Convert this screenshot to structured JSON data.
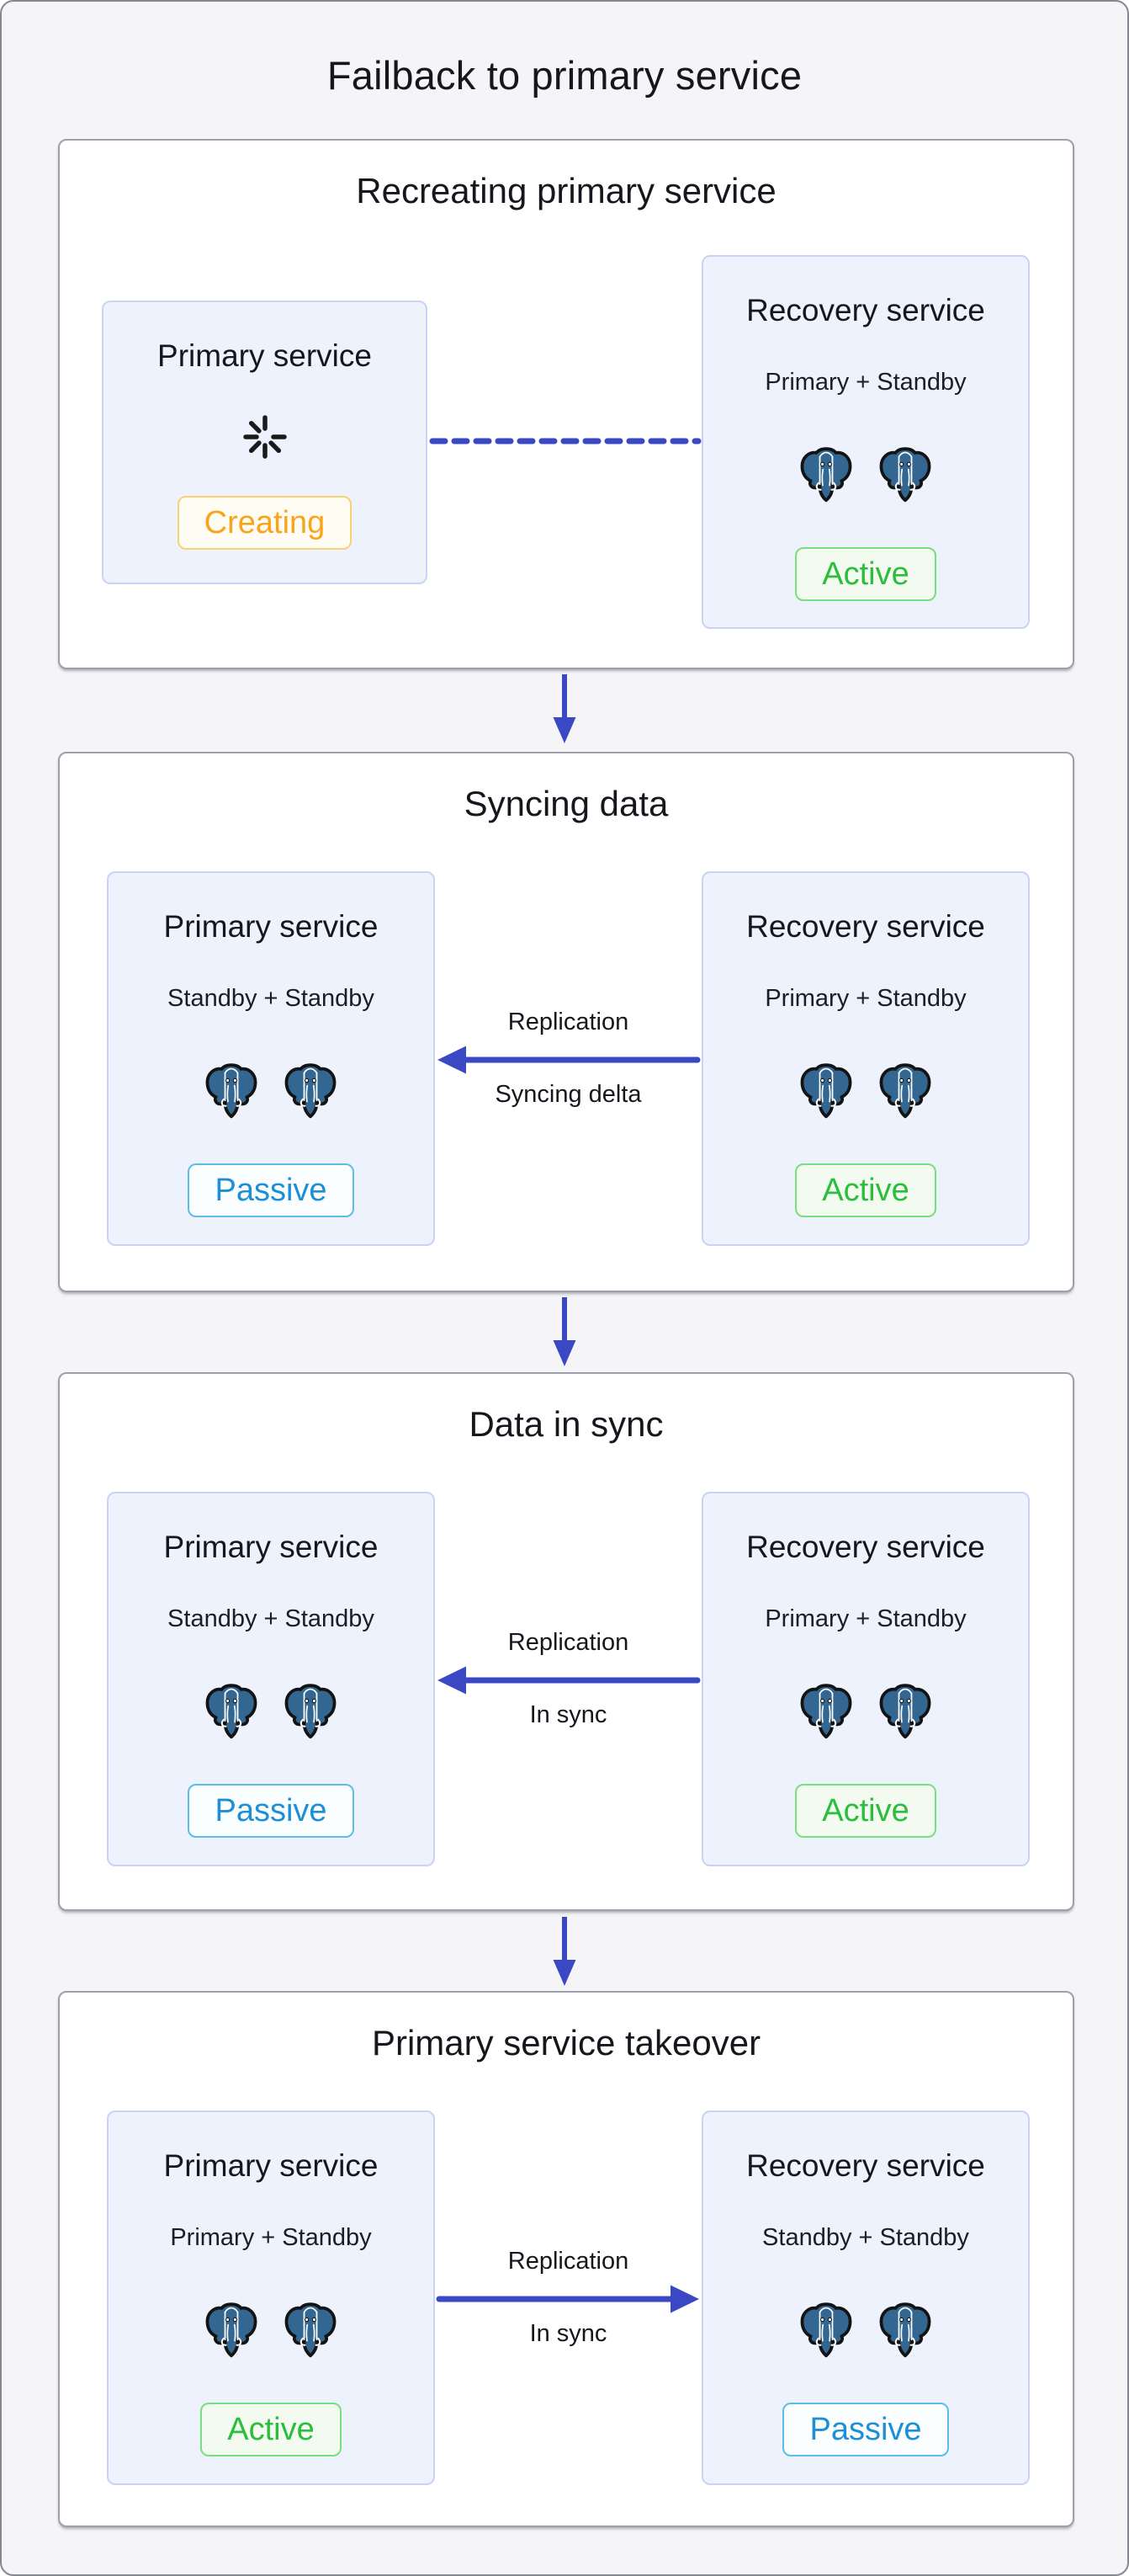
{
  "title": "Failback to primary service",
  "colors": {
    "page_bg": "#F5F5F7",
    "arrow_blue": "#3A49C3",
    "panel_border": "#9CA0AB",
    "card_bg": "#EEF2FC",
    "card_border": "#C9D3F3",
    "status_creating_text": "#F9A41C",
    "status_active_text": "#2BBD3C",
    "status_passive_text": "#1E8FD5",
    "elephant_blue": "#336791"
  },
  "panels": [
    {
      "heading": "Recreating primary service",
      "left": {
        "title": "Primary service",
        "status": "Creating",
        "icon": "loading-spinner-icon"
      },
      "connector": {
        "type": "dashed"
      },
      "right": {
        "title": "Recovery service",
        "subtitle": "Primary + Standby",
        "status": "Active",
        "icon": "postgres-elephant-icon"
      }
    },
    {
      "heading": "Syncing data",
      "left": {
        "title": "Primary service",
        "subtitle": "Standby + Standby",
        "status": "Passive",
        "icon": "postgres-elephant-icon"
      },
      "connector": {
        "type": "arrow-left",
        "label_top": "Replication",
        "label_bottom": "Syncing delta"
      },
      "right": {
        "title": "Recovery service",
        "subtitle": "Primary + Standby",
        "status": "Active",
        "icon": "postgres-elephant-icon"
      }
    },
    {
      "heading": "Data in sync",
      "left": {
        "title": "Primary service",
        "subtitle": "Standby + Standby",
        "status": "Passive",
        "icon": "postgres-elephant-icon"
      },
      "connector": {
        "type": "arrow-left",
        "label_top": "Replication",
        "label_bottom": "In sync"
      },
      "right": {
        "title": "Recovery service",
        "subtitle": "Primary + Standby",
        "status": "Active",
        "icon": "postgres-elephant-icon"
      }
    },
    {
      "heading": "Primary service takeover",
      "left": {
        "title": "Primary service",
        "subtitle": "Primary + Standby",
        "status": "Active",
        "icon": "postgres-elephant-icon"
      },
      "connector": {
        "type": "arrow-right",
        "label_top": "Replication",
        "label_bottom": "In sync"
      },
      "right": {
        "title": "Recovery service",
        "subtitle": "Standby + Standby",
        "status": "Passive",
        "icon": "postgres-elephant-icon"
      }
    }
  ]
}
